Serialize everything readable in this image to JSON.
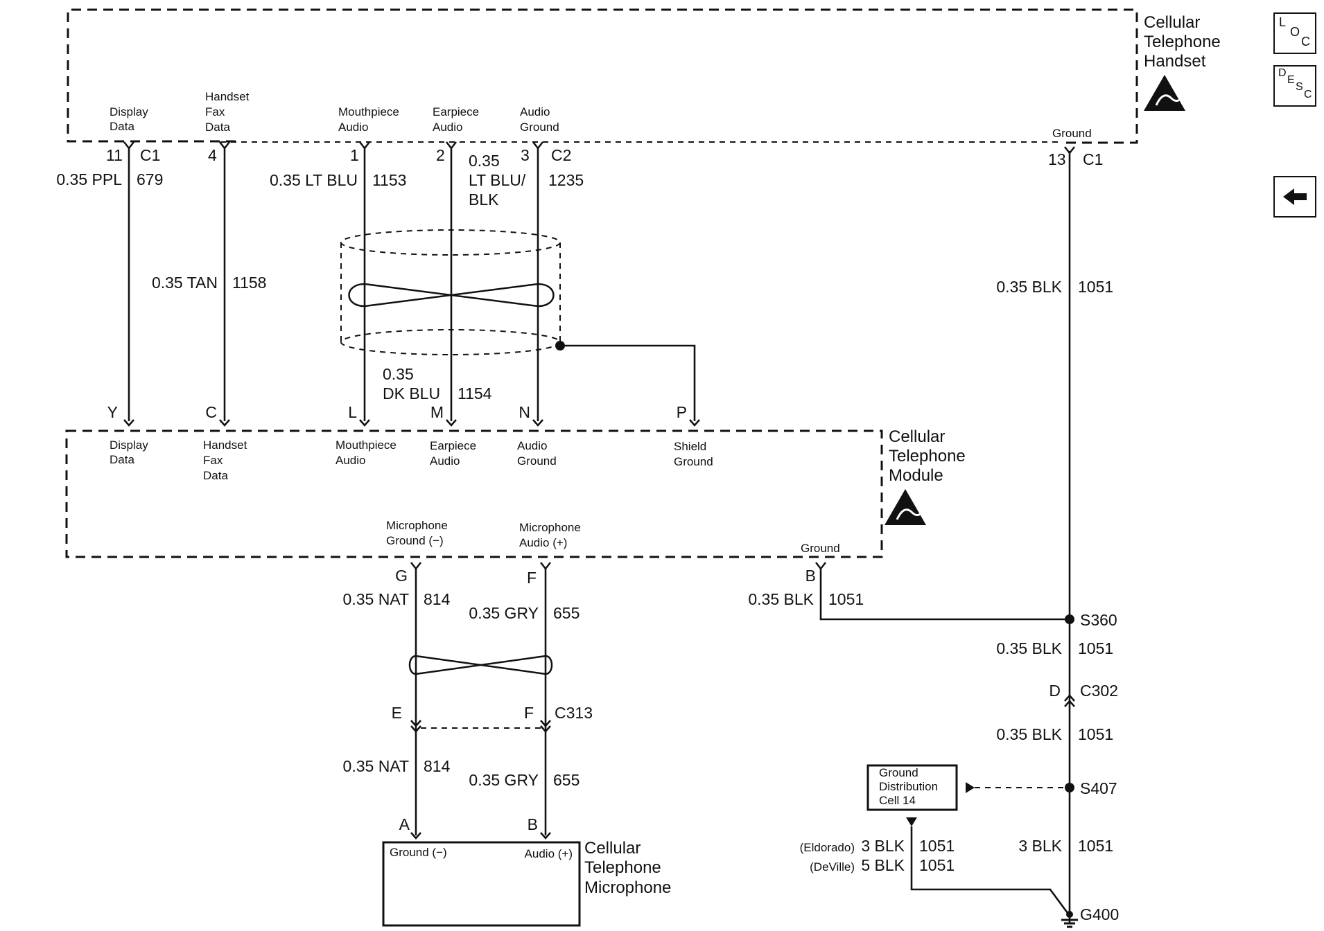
{
  "components": {
    "handset": {
      "lines": [
        "Cellular",
        "Telephone",
        "Handset"
      ]
    },
    "module": {
      "lines": [
        "Cellular",
        "Telephone",
        "Module"
      ]
    },
    "microphone": {
      "lines": [
        "Cellular",
        "Telephone",
        "Microphone"
      ],
      "pin_a_label": "Ground (−)",
      "pin_b_label": "Audio (+)"
    },
    "ground_dist": {
      "lines": [
        "Ground",
        "Distribution",
        "Cell 14"
      ]
    }
  },
  "handset_pins": [
    {
      "num": "11",
      "conn": "C1",
      "lines": [
        "Display",
        "Data"
      ]
    },
    {
      "num": "4",
      "lines": [
        "Handset",
        "Fax",
        "Data"
      ]
    },
    {
      "num": "1",
      "lines": [
        "Mouthpiece",
        "Audio"
      ]
    },
    {
      "num": "2",
      "lines": [
        "Earpiece",
        "Audio"
      ]
    },
    {
      "num": "3",
      "conn": "C2",
      "lines": [
        "Audio",
        "Ground"
      ]
    },
    {
      "num": "13",
      "conn": "C1",
      "lines": [
        "Ground"
      ]
    }
  ],
  "module_pins": [
    {
      "pin": "Y",
      "lines": [
        "Display",
        "Data"
      ]
    },
    {
      "pin": "C",
      "lines": [
        "Handset",
        "Fax",
        "Data"
      ]
    },
    {
      "pin": "L",
      "lines": [
        "Mouthpiece",
        "Audio"
      ]
    },
    {
      "pin": "M",
      "lines": [
        "Earpiece",
        "Audio"
      ]
    },
    {
      "pin": "N",
      "lines": [
        "Audio",
        "Ground"
      ]
    },
    {
      "pin": "P",
      "lines": [
        "Shield",
        "Ground"
      ]
    }
  ],
  "module_bottom_pins": [
    {
      "pin": "G",
      "lines": [
        "Microphone",
        "Ground (−)"
      ]
    },
    {
      "pin": "F",
      "lines": [
        "Microphone",
        "Audio (+)"
      ]
    },
    {
      "pin": "B",
      "lines": [
        "Ground"
      ]
    }
  ],
  "wires": {
    "w679": {
      "size": "0.35 PPL",
      "circuit": "679"
    },
    "w1158": {
      "size": "0.35 TAN",
      "circuit": "1158"
    },
    "w1153": {
      "size": "0.35 LT BLU",
      "circuit": "1153"
    },
    "w1235": {
      "size_lines": [
        "0.35",
        "LT BLU/",
        "BLK"
      ],
      "circuit": "1235"
    },
    "w1154": {
      "size_lines": [
        "0.35",
        "DK BLU"
      ],
      "circuit": "1154"
    },
    "w1051_top": {
      "size": "0.35 BLK",
      "circuit": "1051"
    },
    "w814_a": {
      "size": "0.35 NAT",
      "circuit": "814"
    },
    "w655_a": {
      "size": "0.35 GRY",
      "circuit": "655"
    },
    "w1051_b": {
      "size": "0.35 BLK",
      "circuit": "1051"
    },
    "w1051_c": {
      "size": "0.35 BLK",
      "circuit": "1051"
    },
    "w1051_d": {
      "size": "0.35 BLK",
      "circuit": "1051"
    },
    "w814_b": {
      "size": "0.35 NAT",
      "circuit": "814"
    },
    "w655_b": {
      "size": "0.35 GRY",
      "circuit": "655"
    },
    "w1051_e": {
      "size": "3 BLK",
      "circuit": "1051"
    },
    "w1051_eld": {
      "qualifier": "(Eldorado)",
      "size": "3 BLK",
      "circuit": "1051"
    },
    "w1051_dev": {
      "qualifier": "(DeVille)",
      "size": "5 BLK",
      "circuit": "1051"
    }
  },
  "connectors": {
    "c313": {
      "name": "C313",
      "pin_left": "E",
      "pin_right": "F"
    },
    "c302": {
      "name": "C302",
      "pin": "D"
    },
    "mic_pins": {
      "left": "A",
      "right": "B"
    }
  },
  "splices": {
    "s360": "S360",
    "s407": "S407"
  },
  "grounds": {
    "g400": "G400"
  },
  "nav": {
    "loc": {
      "a": "L",
      "b": "O",
      "c": "C"
    },
    "desc": {
      "a": "D",
      "b": "E",
      "c": "S",
      "d": "C"
    },
    "back": {
      "icon": "back-arrow-icon"
    }
  }
}
